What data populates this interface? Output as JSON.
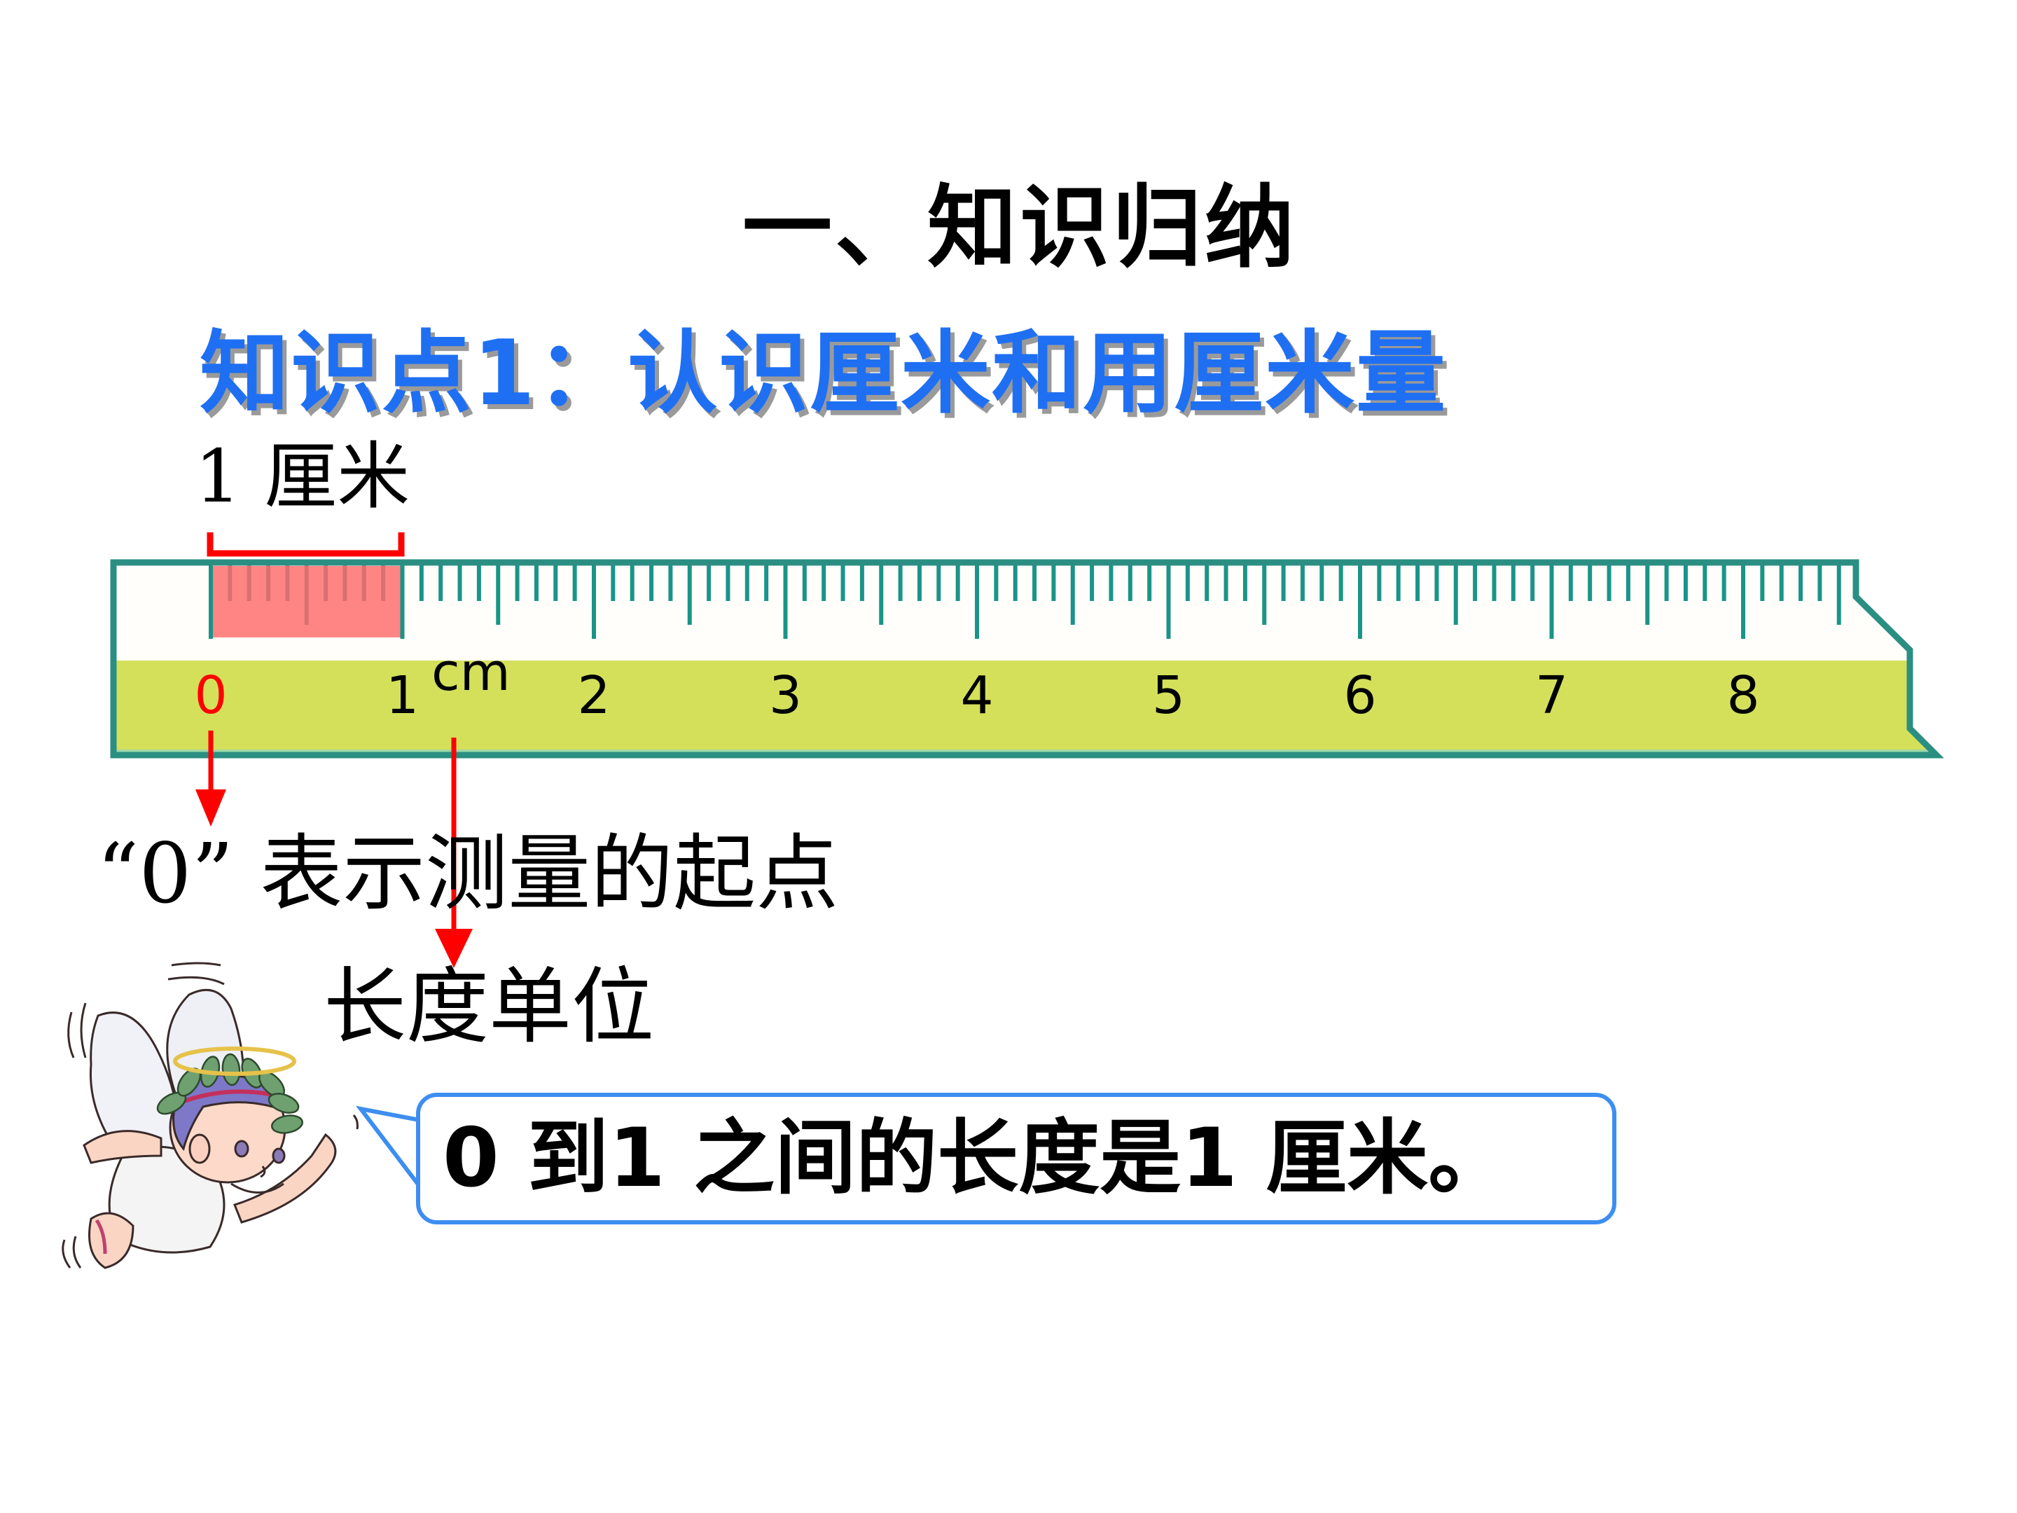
{
  "slide": {
    "title": "一、知识归纳",
    "subtitle": "知识点1：认识厘米和用厘米量",
    "one_cm_label": "1 厘米",
    "zero_caption": "“0” 表示测量的起点",
    "unit_caption": "长度单位",
    "speech_bubble": "0 到1 之间的长度是1 厘米。"
  },
  "ruler": {
    "unit_label": "cm",
    "numbers": [
      "0",
      "1",
      "2",
      "3",
      "4",
      "5",
      "6",
      "7",
      "8"
    ],
    "highlighted_segment": "0-1",
    "colors": {
      "outline": "#2a8f82",
      "tick": "#1a9488",
      "band": "#d4e05a",
      "highlight": "#ff8585",
      "zero_number": "#ff0000",
      "arrow": "#ff0000",
      "bracket": "#ff0000"
    }
  },
  "annotations": {
    "arrows": [
      {
        "from": "ruler-zero",
        "to": "zero-caption"
      },
      {
        "from": "ruler-cm-label",
        "to": "unit-caption"
      }
    ]
  },
  "character": {
    "description": "cartoon angel with wings, halo and laurel wreath"
  },
  "colors": {
    "title": "#000000",
    "subtitle": "#1f6ff2",
    "subtitle_shadow": "#9a9a9a",
    "bubble_border": "#3d8ef0"
  }
}
